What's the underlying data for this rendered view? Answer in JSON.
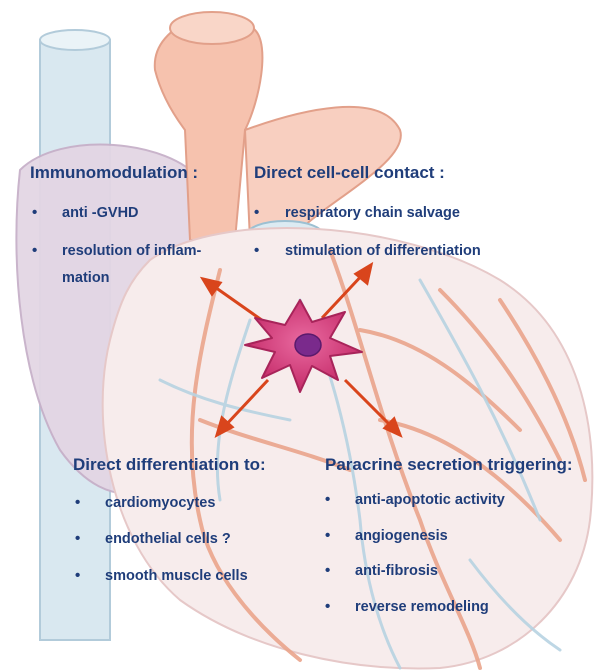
{
  "groups": {
    "immuno": {
      "heading": "Immunomodulation :",
      "items": [
        "anti -GVHD",
        "resolution of inflam-",
        "mation"
      ]
    },
    "contact": {
      "heading": "Direct  cell-cell contact :",
      "items": [
        "respiratory chain salvage",
        "stimulation of differentiation"
      ]
    },
    "differentiation": {
      "heading": "Direct differentiation to:",
      "items": [
        "cardiomyocytes",
        "endothelial cells ?",
        "smooth muscle cells"
      ]
    },
    "paracrine": {
      "heading": "Paracrine secretion triggering:",
      "items": [
        "anti-apoptotic activity",
        "angiogenesis",
        "anti-fibrosis",
        "reverse remodeling"
      ]
    }
  },
  "colors": {
    "text": "#1f3d7a",
    "arrow": "#d9451c",
    "cell": "#d63a7a",
    "nucleus": "#7a2a8c",
    "vessel_blue": "#cfe3ee",
    "artery": "#f3b7a0",
    "heart_fill": "#f5e6e6"
  },
  "icons": [
    "heart-illustration",
    "stem-cell-icon",
    "arrow-icon"
  ]
}
